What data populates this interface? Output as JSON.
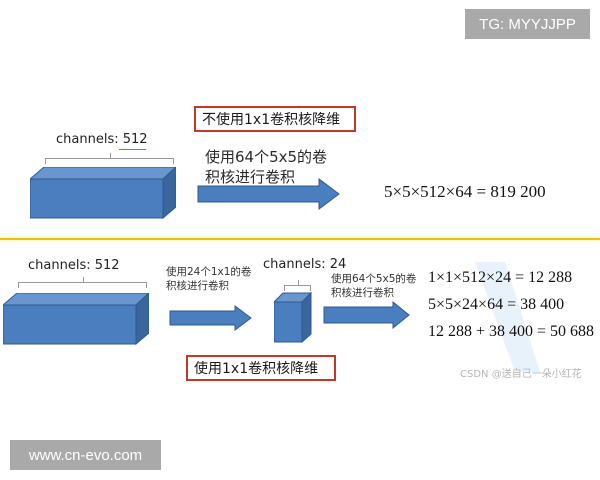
{
  "watermarks": {
    "top_right": "TG: MYYJJPP",
    "bottom_left": "www.cn-evo.com",
    "csdn": "CSDN @送自己一朵小红花"
  },
  "top_section": {
    "channels_label": "channels: 512",
    "highlight_box": "不使用1x1卷积核降维",
    "arrow_label_line1": "使用64个5x5的卷",
    "arrow_label_line2": "积核进行卷积",
    "formula": "5×5×512×64 = 819 200"
  },
  "bottom_section": {
    "input_channels_label": "channels: 512",
    "step1_label_line1": "使用24个1x1的卷",
    "step1_label_line2": "积核进行卷积",
    "mid_channels_label": "channels: 24",
    "step2_label_line1": "使用64个5x5的卷",
    "step2_label_line2": "积核进行卷积",
    "highlight_box": "使用1x1卷积核降维",
    "formulas": [
      "1×1×512×24 = 12 288",
      "5×5×24×64 = 38 400",
      "12 288 + 38 400 = 50 688"
    ]
  },
  "colors": {
    "block_front": "#4a7ebf",
    "block_top": "#6a96cf",
    "block_side": "#3a669f",
    "block_edge": "#2f5a8e",
    "arrow_fill": "#4a7ebf",
    "highlight_border": "#c0392b",
    "divider": "#f2c200"
  }
}
